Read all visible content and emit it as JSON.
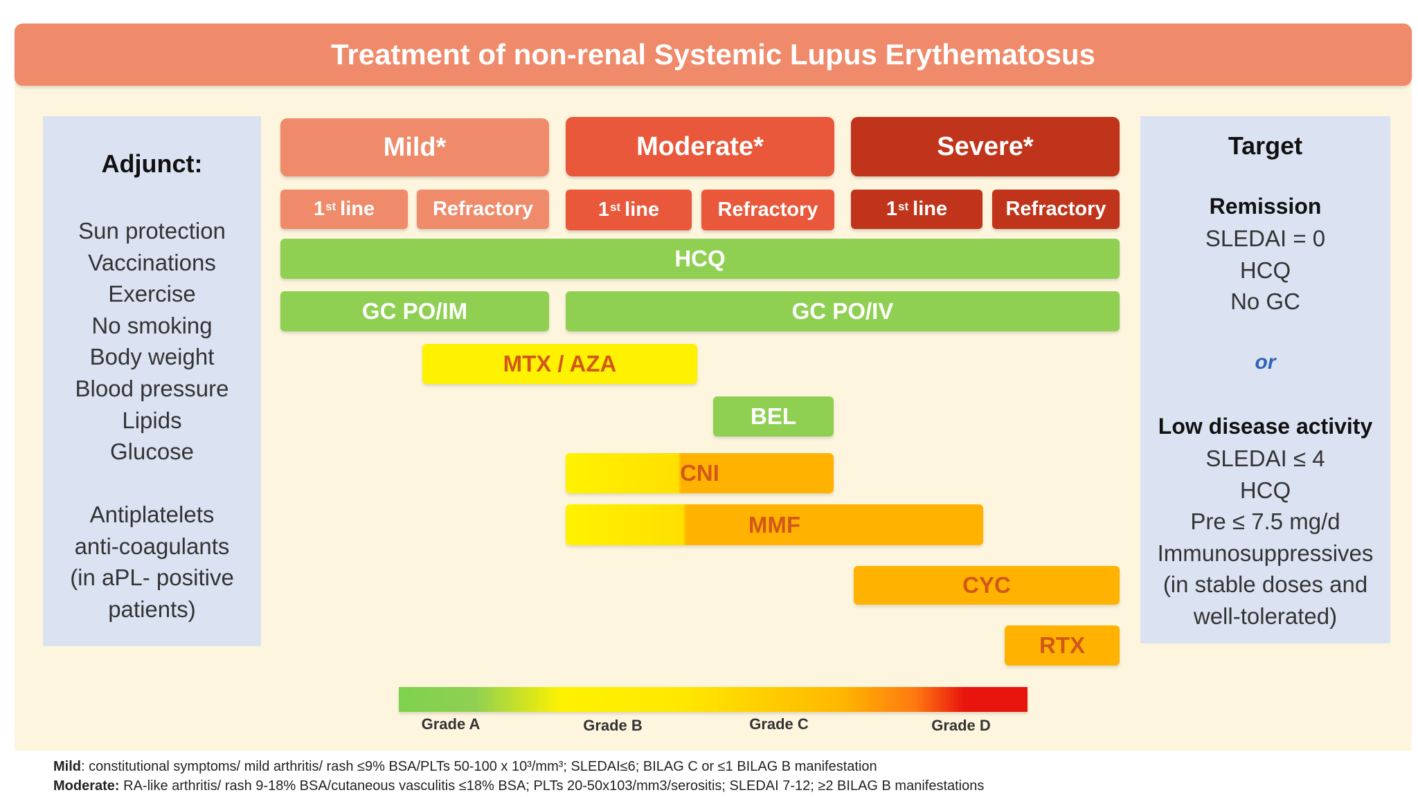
{
  "title": "Treatment of non-renal Systemic Lupus Erythematosus",
  "adjunct": {
    "title": "Adjunct:",
    "items": [
      "Sun protection",
      "Vaccinations",
      "Exercise",
      "No smoking",
      "Body weight",
      "Blood pressure",
      "Lipids",
      "Glucose"
    ],
    "antiplatelet_lines": [
      "Antiplatelets",
      "anti-coagulants",
      "(in  aPL- positive",
      "patients)"
    ]
  },
  "severity": {
    "mild": "Mild*",
    "moderate": "Moderate*",
    "severe": "Severe*",
    "first_line_num": "1",
    "first_line_sup": "st",
    "first_line_word": "line",
    "refractory": "Refractory"
  },
  "colors": {
    "mild": "#ef8a6a",
    "moderate": "#e9583a",
    "severe": "#c0341b",
    "green": "#8fd052",
    "yellow": "#fff200",
    "orange": "#ffb300",
    "red": "#e8150f"
  },
  "treatments": {
    "hcq": "HCQ",
    "gc_mild": "GC PO/IM",
    "gc_mod_sev": "GC PO/IV",
    "mtx_aza": "MTX / AZA",
    "bel": "BEL",
    "cni": "CNI",
    "mmf": "MMF",
    "cyc": "CYC",
    "rtx": "RTX"
  },
  "grades": [
    "Grade A",
    "Grade B",
    "Grade C",
    "Grade D"
  ],
  "target": {
    "title": "Target",
    "remission": {
      "title": "Remission",
      "lines": [
        "SLEDAI = 0",
        "HCQ",
        "No GC"
      ]
    },
    "or": "or",
    "lda": {
      "title": "Low disease activity",
      "lines": [
        "SLEDAI ≤ 4",
        "HCQ",
        "Pre ≤ 7.5 mg/d",
        "Immunosuppressives",
        "(in stable doses and",
        "well-tolerated)"
      ]
    }
  },
  "footnotes": {
    "mild_label": "Mild",
    "mild_text": ": constitutional symptoms/ mild arthritis/ rash ≤9% BSA/PLTs  50-100 x 10³/mm³; SLEDAI≤6; BILAG C or ≤1 BILAG B manifestation",
    "moderate_label": "Moderate:",
    "moderate_text": " RA-like arthritis/ rash 9-18% BSA/cutaneous vasculitis ≤18% BSA; PLTs 20-50x103/mm3/serositis; SLEDAI 7-12; ≥2 BILAG B manifestations"
  }
}
